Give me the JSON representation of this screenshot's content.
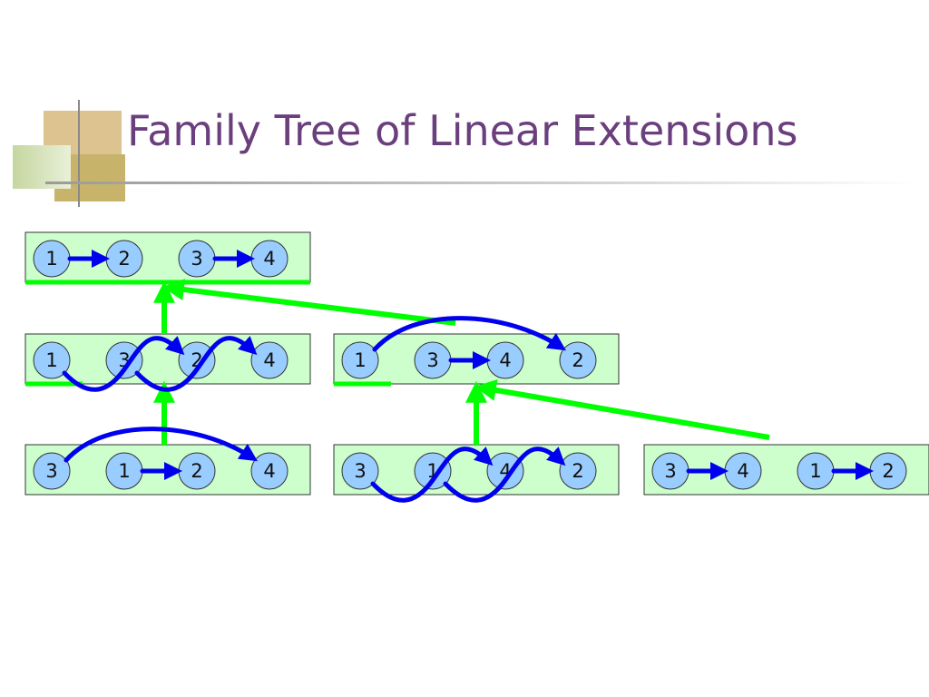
{
  "slide": {
    "title": "Family Tree of Linear Extensions"
  },
  "colors": {
    "title": "#6b3f7d",
    "box_fill": "#ccffcc",
    "node_fill": "#99ccff",
    "arrow": "#0000ee",
    "tree_edge": "#00ff00"
  },
  "extensions": [
    {
      "id": "ext-1234",
      "order": [
        "1",
        "2",
        "3",
        "4"
      ]
    },
    {
      "id": "ext-1324",
      "order": [
        "1",
        "3",
        "2",
        "4"
      ]
    },
    {
      "id": "ext-1342",
      "order": [
        "1",
        "3",
        "4",
        "2"
      ]
    },
    {
      "id": "ext-3124",
      "order": [
        "3",
        "1",
        "2",
        "4"
      ]
    },
    {
      "id": "ext-3142",
      "order": [
        "3",
        "1",
        "4",
        "2"
      ]
    },
    {
      "id": "ext-3412",
      "order": [
        "3",
        "4",
        "1",
        "2"
      ]
    }
  ],
  "tree_edges": [
    {
      "child": "ext-1324",
      "parent": "ext-1234"
    },
    {
      "child": "ext-1342",
      "parent": "ext-1234"
    },
    {
      "child": "ext-3124",
      "parent": "ext-1324"
    },
    {
      "child": "ext-3142",
      "parent": "ext-1342"
    },
    {
      "child": "ext-3412",
      "parent": "ext-1342"
    }
  ],
  "order_relations": [
    {
      "from": "1",
      "to": "2"
    },
    {
      "from": "3",
      "to": "4"
    }
  ]
}
